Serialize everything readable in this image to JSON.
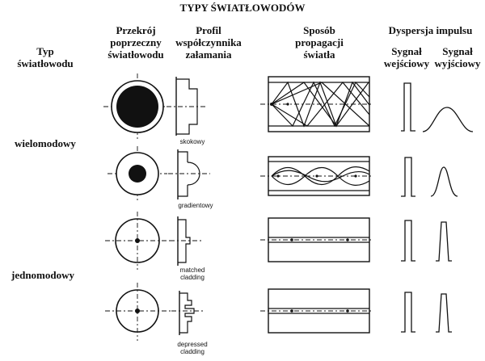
{
  "title": "TYPY ŚWIATŁOWODÓW",
  "headers": {
    "fiber_type_l1": "Typ",
    "fiber_type_l2": "światłowodu",
    "cross_l1": "Przekrój",
    "cross_l2": "poprzeczny",
    "cross_l3": "światłowodu",
    "profile_l1": "Profil",
    "profile_l2": "współczynnika",
    "profile_l3": "załamania",
    "prop_l1": "Sposób",
    "prop_l2": "propagacji",
    "prop_l3": "światła",
    "disp": "Dyspersja impulsu",
    "in_l1": "Sygnał",
    "in_l2": "wejściowy",
    "out_l1": "Sygnał",
    "out_l2": "wyjściowy"
  },
  "groups": {
    "multimode": "wielomodowy",
    "singlemode": "jednomodowy"
  },
  "profiles": {
    "step": "skokowy",
    "gradient": "gradientowy",
    "matched_l1": "matched",
    "matched_l2": "cladding",
    "depressed_l1": "depressed",
    "depressed_l2": "cladding"
  }
}
